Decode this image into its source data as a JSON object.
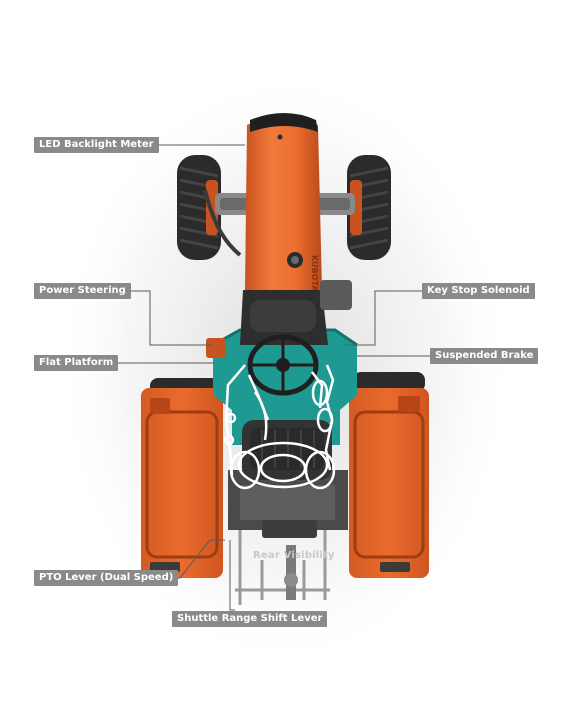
{
  "colors": {
    "body_orange": "#e8692c",
    "deep_orange": "#c9531f",
    "teal": "#1e9a92",
    "tire": "#2b2b2b",
    "label_bg": "#8a8a8a",
    "leader": "#5a5a5a",
    "highlight": "#ffffff"
  },
  "labels": {
    "led_meter": "LED Backlight Meter",
    "power_steering": "Power Steering",
    "flat_platform": "Flat Platform",
    "key_stop": "Key Stop Solenoid",
    "suspended_brake": "Suspended Brake",
    "pto_lever": "PTO Lever (Dual Speed)",
    "shuttle_range": "Shuttle Range Shift Lever",
    "rear_visibility": "Rear Visibility"
  },
  "hood_brand": "KUBOTA"
}
